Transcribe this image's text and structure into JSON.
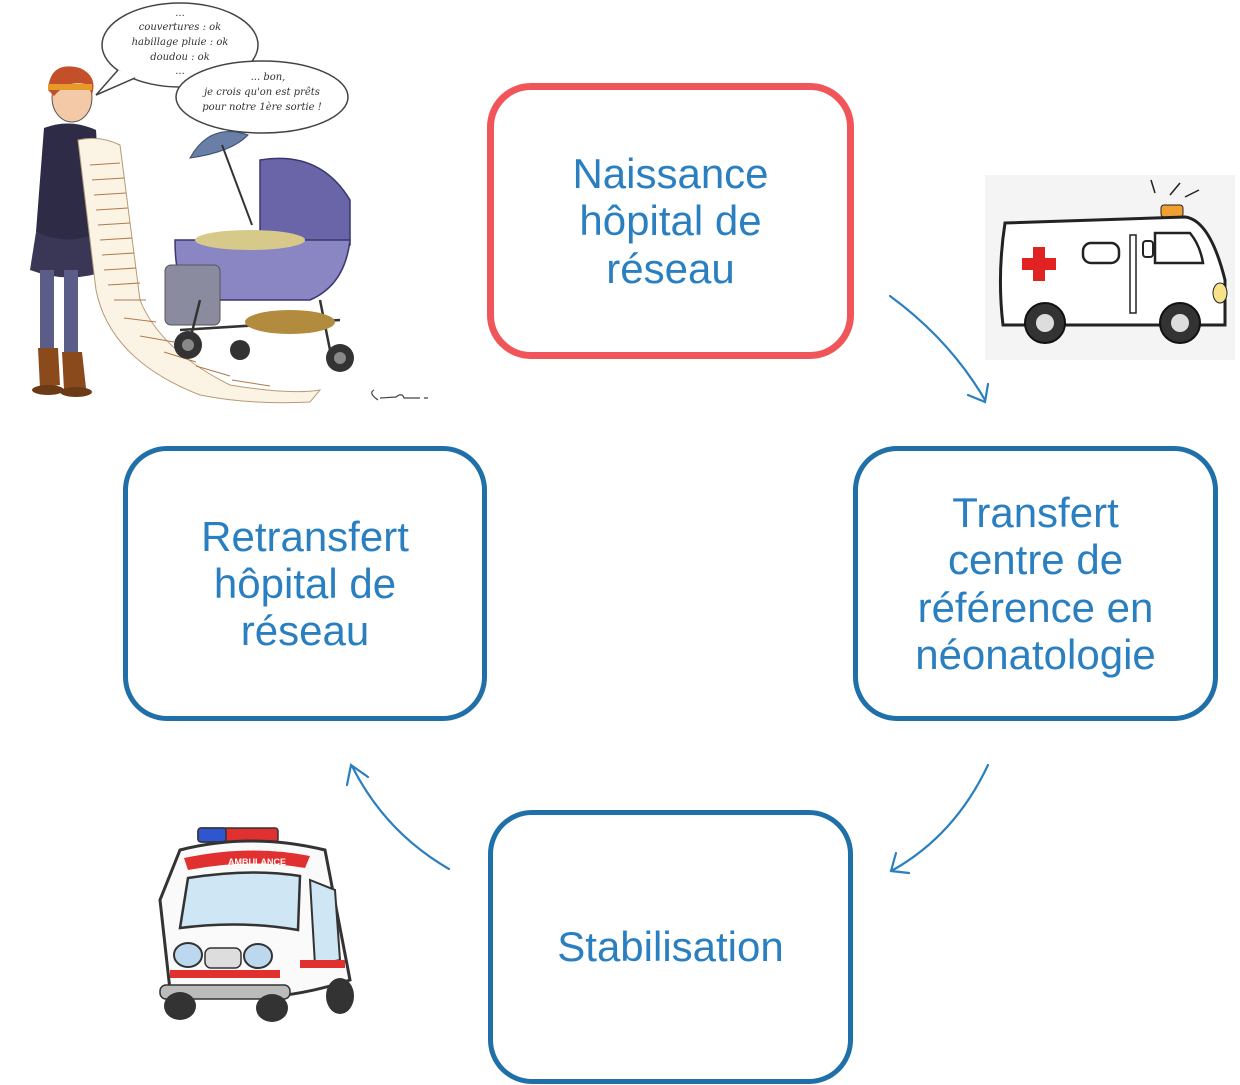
{
  "nodes": [
    {
      "id": "naissance",
      "label": "Naissance hôpital de réseau",
      "lines": [
        "Naissance",
        "hôpital de",
        "réseau"
      ],
      "highlight": true
    },
    {
      "id": "transfert",
      "label": "Transfert centre de référence en néonatologie",
      "lines": [
        "Transfert",
        "centre de",
        "référence en",
        "néonatologie"
      ],
      "highlight": false
    },
    {
      "id": "stabilisation",
      "label": "Stabilisation",
      "lines": [
        "Stabilisation"
      ],
      "highlight": false
    },
    {
      "id": "retransfert",
      "label": "Retransfert hôpital de réseau",
      "lines": [
        "Retransfert",
        "hôpital de",
        "réseau"
      ],
      "highlight": false
    }
  ],
  "edges": [
    {
      "from": "naissance",
      "to": "transfert"
    },
    {
      "from": "transfert",
      "to": "stabilisation"
    },
    {
      "from": "stabilisation",
      "to": "retransfert"
    }
  ],
  "illustration": {
    "speech_bubble": {
      "lines": [
        "...",
        "couvertures : ok",
        "habillage pluie : ok",
        "doudou : ok",
        "...",
        "... bon,",
        "je crois qu'on est prêts",
        "pour notre 1ère sortie !"
      ]
    },
    "ambulance_label": "AMBULANCE"
  },
  "colors": {
    "node_border": "#1f6fa8",
    "node_highlight_border": "#f0555a",
    "node_text": "#2a7fc0",
    "arrow": "#2a7fc0"
  }
}
